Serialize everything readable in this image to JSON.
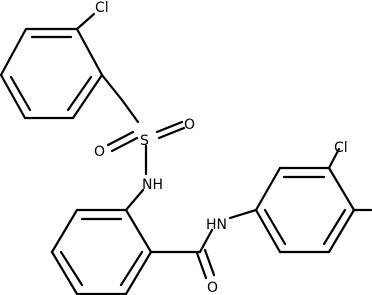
{
  "molecule": {
    "atoms": {
      "cl_top": "Cl",
      "sulfonyl_s": "S",
      "oxygen_left": "O",
      "oxygen_right": "O",
      "sulfonamide_nh": "NH",
      "amide_nh": "HN",
      "carbonyl_o": "O",
      "cl_right": "Cl"
    }
  }
}
